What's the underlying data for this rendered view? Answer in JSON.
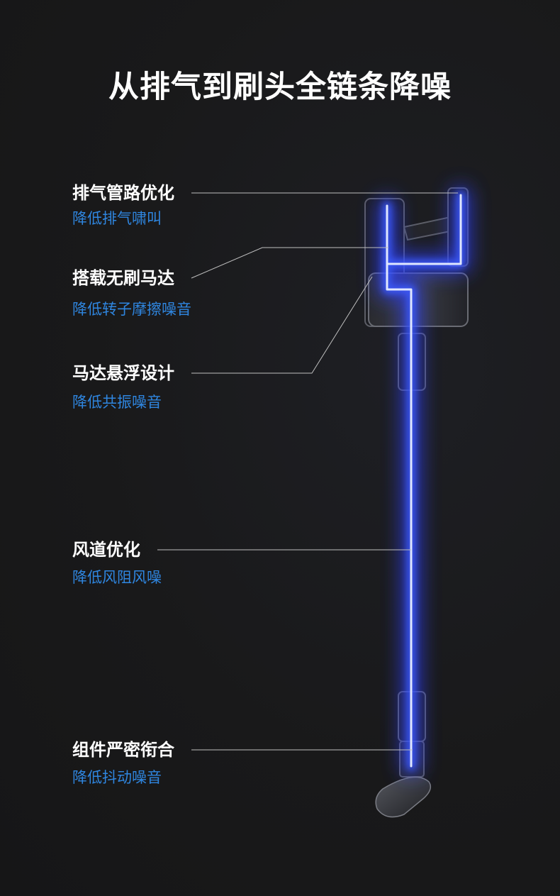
{
  "title": "从排气到刷头全链条降噪",
  "features": [
    {
      "label": "排气管路优化",
      "sub": "降低排气啸叫"
    },
    {
      "label": "搭载无刷马达",
      "sub": "降低转子摩擦噪音"
    },
    {
      "label": "马达悬浮设计",
      "sub": "降低共振噪音"
    },
    {
      "label": "风道优化",
      "sub": "降低风阻风噪"
    },
    {
      "label": "组件严密衔合",
      "sub": "降低抖动噪音"
    }
  ],
  "colors": {
    "background": "#19191a",
    "title": "#ffffff",
    "label": "#ffffff",
    "sub": "#2f86e0",
    "glow": "#3a5cff"
  }
}
